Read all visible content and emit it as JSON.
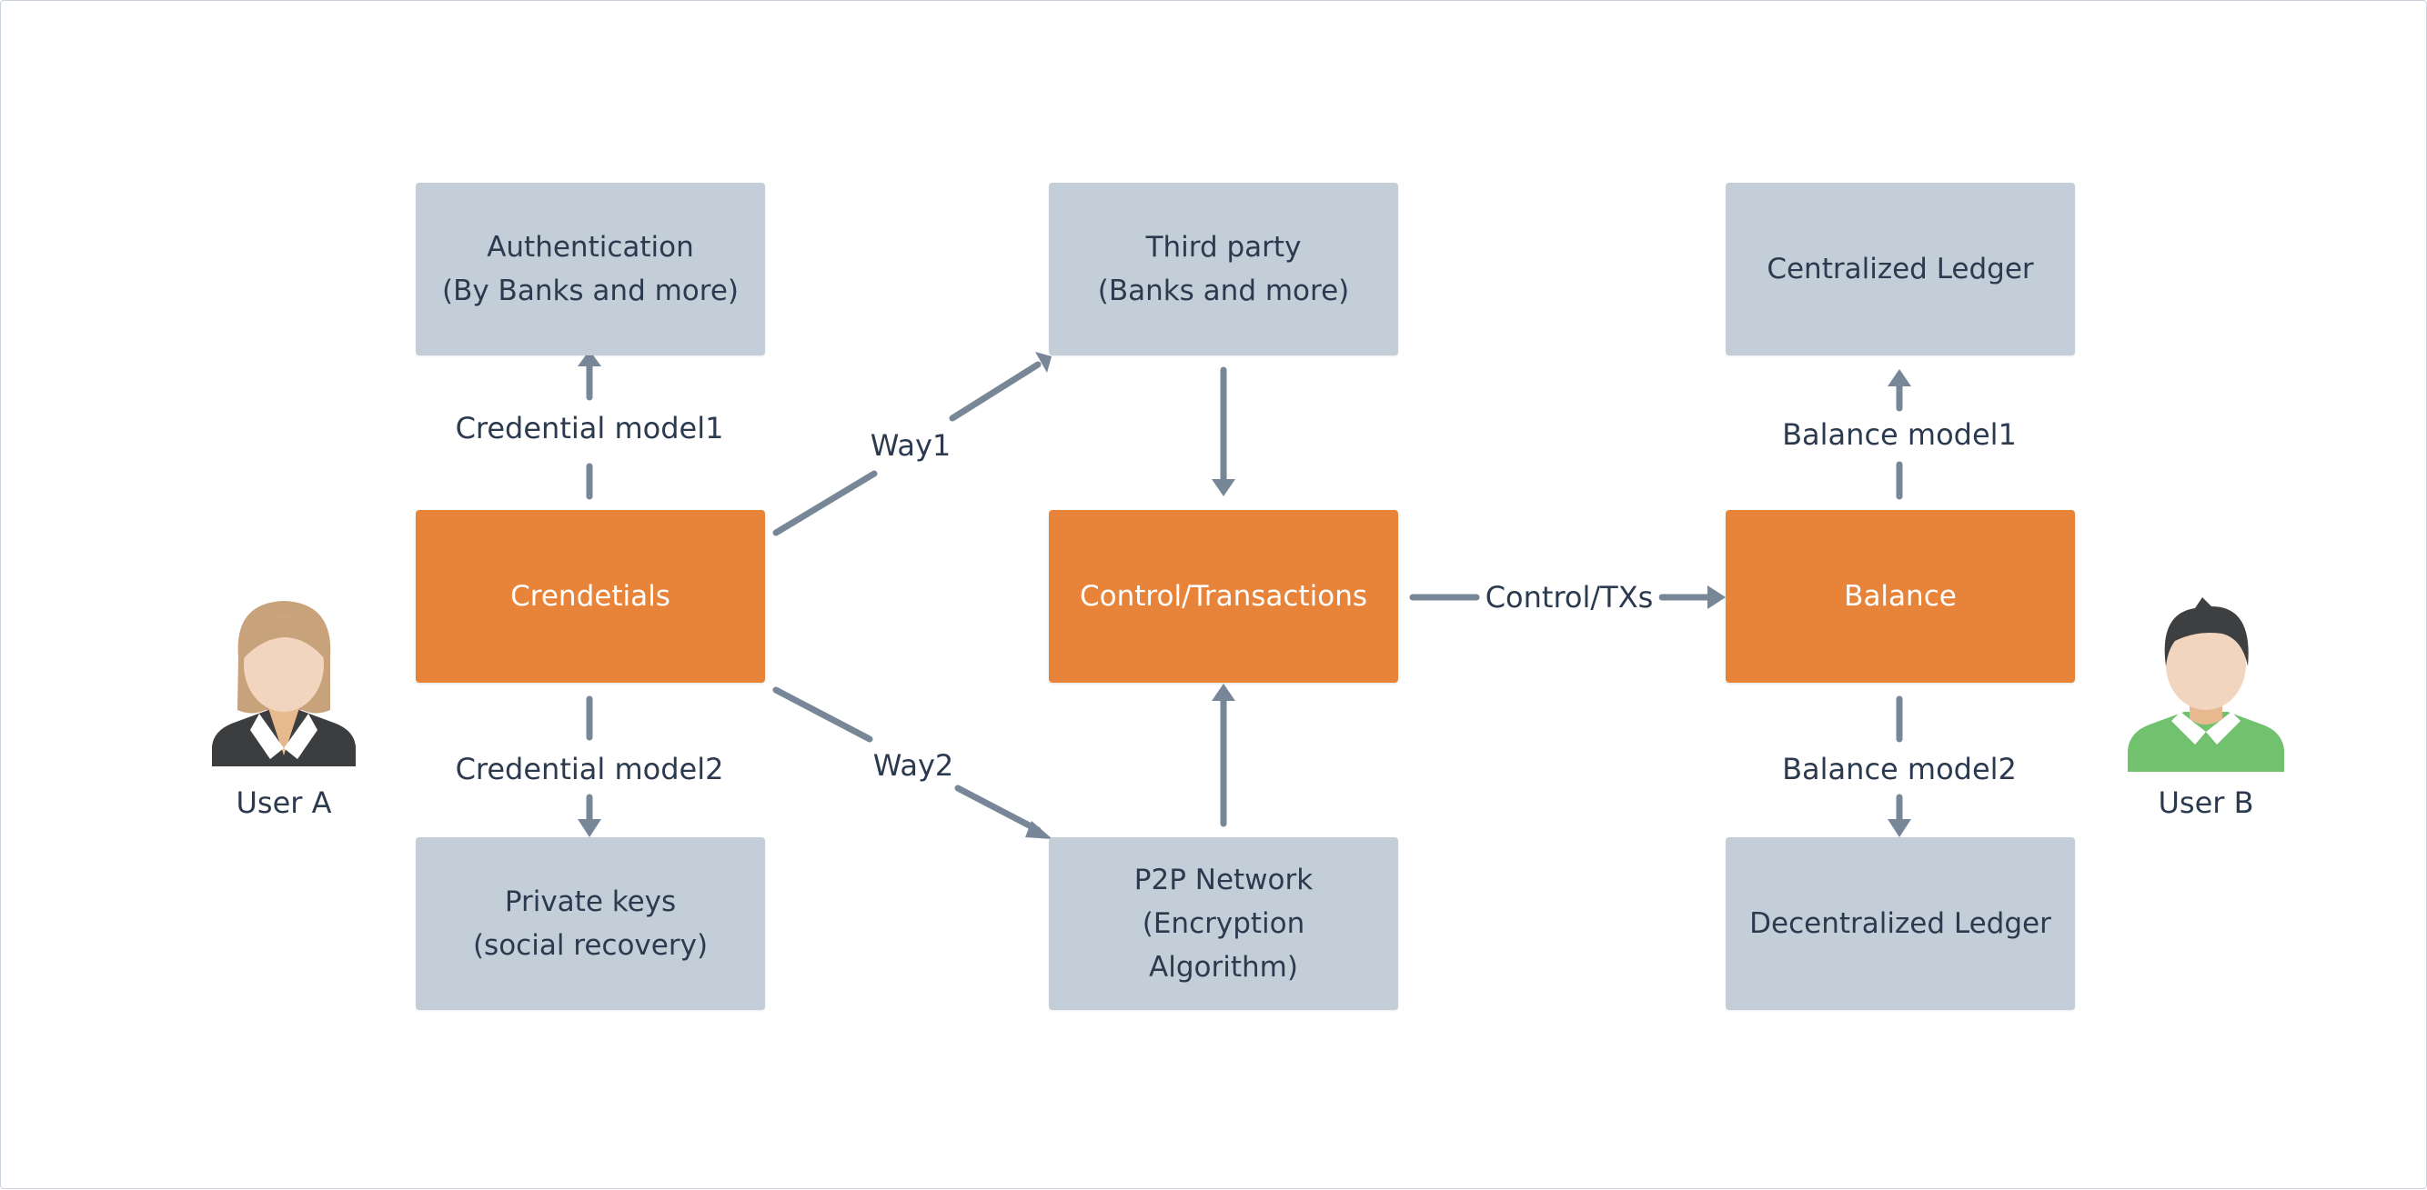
{
  "nodes": {
    "authentication": "Authentication\n(By Banks and more)",
    "third_party": "Third party\n(Banks and more)",
    "centralized_ledger": "Centralized Ledger",
    "credentials": "Crendetials",
    "control": "Control/Transactions",
    "balance": "Balance",
    "private_keys": "Private keys\n(social recovery)",
    "p2p": "P2P Network\n(Encryption\nAlgorithm)",
    "decentralized_ledger": "Decentralized Ledger"
  },
  "edge_labels": {
    "credential_model1": "Credential model1",
    "credential_model2": "Credential model2",
    "way1": "Way1",
    "way2": "Way2",
    "control_txs": "Control/TXs",
    "balance_model1": "Balance model1",
    "balance_model2": "Balance model2"
  },
  "users": {
    "user_a": "User A",
    "user_b": "User B"
  },
  "colors": {
    "primary_box": "#e8843a",
    "secondary_box": "#c3ced8",
    "arrow": "#778797",
    "text": "#2b3a4e"
  }
}
